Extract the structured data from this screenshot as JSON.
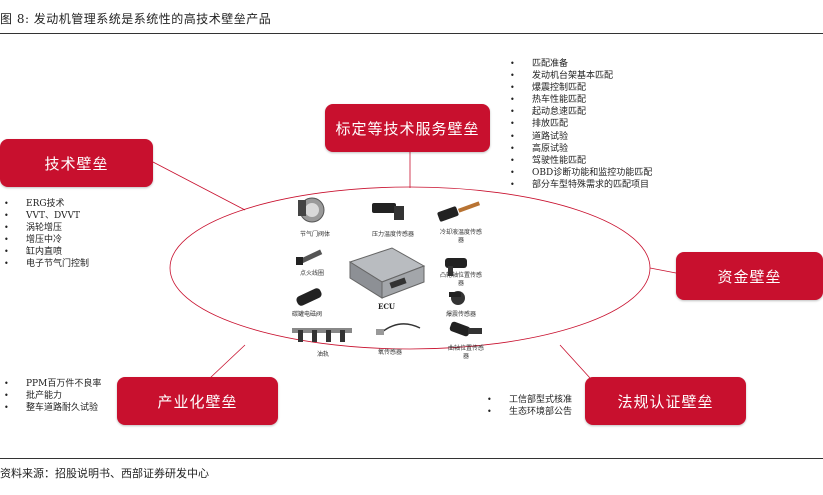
{
  "figure": {
    "title": "图 8: 发动机管理系统是系统性的高技术壁垒产品",
    "source": "资料来源：招股说明书、西部证券研发中心"
  },
  "center": {
    "ecu_label": "ECU",
    "parts": [
      "节气门阀体",
      "压力温度传感器",
      "冷却液温度传感器",
      "点火线圈",
      "凸轮轴位置传感器",
      "碳罐电磁阀",
      "爆震传感器",
      "油轨",
      "氧传感器",
      "曲轴位置传感器"
    ]
  },
  "barriers": {
    "tech": {
      "label": "技术壁垒",
      "items": [
        "ERG技术",
        "VVT、DVVT",
        "涡轮增压",
        "增压中冷",
        "缸内直喷",
        "电子节气门控制"
      ]
    },
    "calibration": {
      "label": "标定等技术服务壁垒",
      "items": [
        "匹配准备",
        "发动机台架基本匹配",
        "爆震控制匹配",
        "热车性能匹配",
        "起动怠速匹配",
        "排放匹配",
        "道路试验",
        "高原试验",
        "驾驶性能匹配",
        "OBD诊断功能和监控功能匹配",
        "部分车型特殊需求的匹配项目"
      ]
    },
    "capital": {
      "label": "资金壁垒"
    },
    "industrial": {
      "label": "产业化壁垒",
      "items": [
        "PPM百万件不良率",
        "批产能力",
        "整车道路耐久试验"
      ]
    },
    "regulatory": {
      "label": "法规认证壁垒",
      "items": [
        "工信部型式核准",
        "生态环境部公告"
      ]
    }
  },
  "colors": {
    "accent": "#c8102e",
    "line": "#c8102e"
  }
}
